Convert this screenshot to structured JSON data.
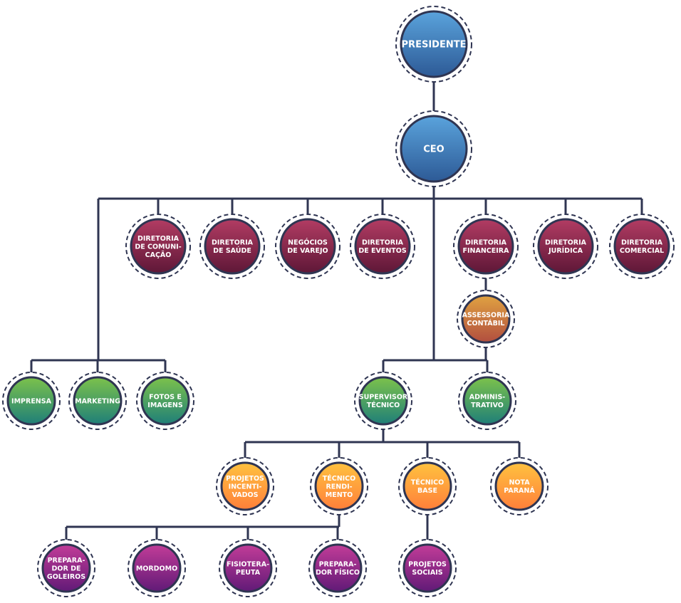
{
  "colors": {
    "line": "#2f3552",
    "blue": [
      "#5aa3dc",
      "#2d5a96"
    ],
    "maroon": [
      "#b23c63",
      "#5e1737"
    ],
    "ochre": [
      "#e0a241",
      "#b14e3f"
    ],
    "green": [
      "#7cc24b",
      "#1f7f78"
    ],
    "orange": [
      "#ffc23f",
      "#ff7f3a"
    ],
    "purple": [
      "#c23c98",
      "#611a77"
    ]
  },
  "nodes": [
    {
      "id": "presidente",
      "lines": [
        "PRESIDENTE"
      ],
      "color": "blue",
      "parent": null
    },
    {
      "id": "ceo",
      "lines": [
        "CEO"
      ],
      "color": "blue",
      "parent": "presidente"
    },
    {
      "id": "diretoria-comunicacao",
      "lines": [
        "DIRETORIA",
        "DE COMUNI-",
        "CAÇÃO"
      ],
      "color": "maroon",
      "parent": "ceo"
    },
    {
      "id": "diretoria-saude",
      "lines": [
        "DIRETORIA",
        "DE SAÚDE"
      ],
      "color": "maroon",
      "parent": "ceo"
    },
    {
      "id": "negocios-varejo",
      "lines": [
        "NEGÓCIOS",
        "DE VAREJO"
      ],
      "color": "maroon",
      "parent": "ceo"
    },
    {
      "id": "diretoria-eventos",
      "lines": [
        "DIRETORIA",
        "DE EVENTOS"
      ],
      "color": "maroon",
      "parent": "ceo"
    },
    {
      "id": "diretoria-financeira",
      "lines": [
        "DIRETORIA",
        "FINANCEIRA"
      ],
      "color": "maroon",
      "parent": "ceo"
    },
    {
      "id": "diretoria-juridica",
      "lines": [
        "DIRETORIA",
        "JURÍDICA"
      ],
      "color": "maroon",
      "parent": "ceo"
    },
    {
      "id": "diretoria-comercial",
      "lines": [
        "DIRETORIA",
        "COMERCIAL"
      ],
      "color": "maroon",
      "parent": "ceo"
    },
    {
      "id": "assessoria-contabil",
      "lines": [
        "ASSESSORIA",
        "CONTÁBIL"
      ],
      "color": "ochre",
      "parent": "diretoria-financeira"
    },
    {
      "id": "imprensa",
      "lines": [
        "IMPRENSA"
      ],
      "color": "green",
      "parent": "ceo"
    },
    {
      "id": "marketing",
      "lines": [
        "MARKETING"
      ],
      "color": "green",
      "parent": "ceo"
    },
    {
      "id": "fotos-imagens",
      "lines": [
        "FOTOS E",
        "IMAGENS"
      ],
      "color": "green",
      "parent": "ceo"
    },
    {
      "id": "supervisor-tecnico",
      "lines": [
        "SUPERVISOR",
        "TÉCNICO"
      ],
      "color": "green",
      "parent": "ceo"
    },
    {
      "id": "administrativo",
      "lines": [
        "ADMINIS-",
        "TRATIVO"
      ],
      "color": "green",
      "parent": "assessoria-contabil"
    },
    {
      "id": "projetos-incentivados",
      "lines": [
        "PROJETOS",
        "INCENTI-",
        "VADOS"
      ],
      "color": "orange",
      "parent": "supervisor-tecnico"
    },
    {
      "id": "tecnico-rendimento",
      "lines": [
        "TÉCNICO",
        "RENDI-",
        "MENTO"
      ],
      "color": "orange",
      "parent": "supervisor-tecnico"
    },
    {
      "id": "tecnico-base",
      "lines": [
        "TÉCNICO",
        "BASE"
      ],
      "color": "orange",
      "parent": "supervisor-tecnico"
    },
    {
      "id": "nota-parana",
      "lines": [
        "NOTA",
        "PARANÁ"
      ],
      "color": "orange",
      "parent": "supervisor-tecnico"
    },
    {
      "id": "preparador-goleiros",
      "lines": [
        "PREPARA-",
        "DOR DE",
        "GOLEIROS"
      ],
      "color": "purple",
      "parent": "tecnico-rendimento"
    },
    {
      "id": "mordomo",
      "lines": [
        "MORDOMO"
      ],
      "color": "purple",
      "parent": "tecnico-rendimento"
    },
    {
      "id": "fisioterapeuta",
      "lines": [
        "FISIOTERA-",
        "PEUTA"
      ],
      "color": "purple",
      "parent": "tecnico-rendimento"
    },
    {
      "id": "preparador-fisico",
      "lines": [
        "PREPARA-",
        "DOR FÍSICO"
      ],
      "color": "purple",
      "parent": "tecnico-rendimento"
    },
    {
      "id": "projetos-sociais",
      "lines": [
        "PROJETOS",
        "SOCIAIS"
      ],
      "color": "purple",
      "parent": "tecnico-base"
    }
  ]
}
